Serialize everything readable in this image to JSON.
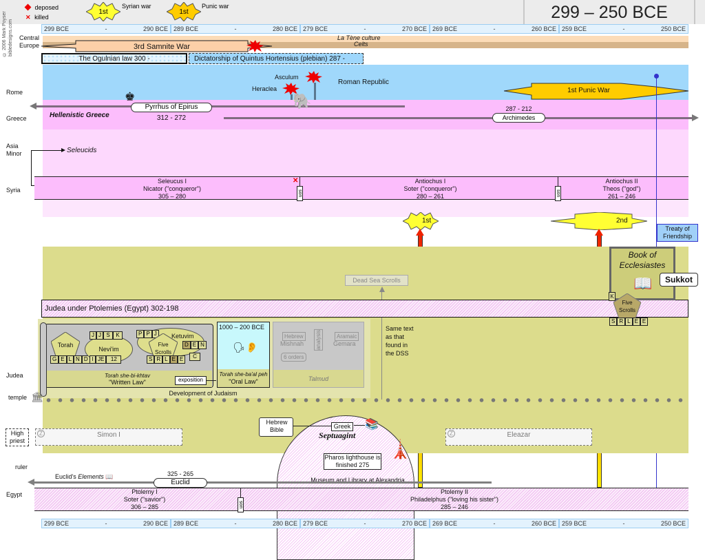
{
  "header": {
    "title": "299 – 250 BCE",
    "credit_line1": "© 2006 Mark Poyser",
    "credit_line2": "bibledesigns.com",
    "legend": {
      "deposed": "deposed",
      "killed": "killed",
      "syrian_war_badge": "1st",
      "syrian_war": "Syrian war",
      "punic_war_badge": "1st",
      "punic_war": "Punic war"
    }
  },
  "ruler": {
    "segments": [
      {
        "start": "299 BCE",
        "mid": "-",
        "end": "290 BCE"
      },
      {
        "start": "289 BCE",
        "mid": "-",
        "end": "280 BCE"
      },
      {
        "start": "279 BCE",
        "mid": "-",
        "end": "270 BCE"
      },
      {
        "start": "269 BCE",
        "mid": "-",
        "end": "260 BCE"
      },
      {
        "start": "259 BCE",
        "mid": "-",
        "end": "250 BCE"
      }
    ]
  },
  "regions": {
    "central_europe": "Central Europe",
    "rome": "Rome",
    "greece": "Greece",
    "asia_minor": "Asia Minor",
    "syria": "Syria",
    "judea": "Judea",
    "temple": "temple",
    "high_priest": "High priest",
    "ruler": "ruler",
    "egypt": "Egypt"
  },
  "europe": {
    "la_tene": "La Tène culture",
    "celts": "Celts",
    "samnite_war": "3rd Samnite War",
    "ogulnian_law": "The Ogulnian law 300 -",
    "dictatorship": "Dictatorship of Quintus Hortensius (plebian) 287 -"
  },
  "rome": {
    "roman_republic": "Roman Republic",
    "asculum": "Asculum",
    "heraclea": "Heraclea",
    "punic_war": "1st  Punic War"
  },
  "greece": {
    "hellenistic": "Hellenistic Greece",
    "pyrrhus": "Pyrrhus of Epirus",
    "pyrrhus_dates": "312 - 272",
    "archimedes": "Archimedes",
    "archimedes_dates": "287 - 212"
  },
  "asia_minor": {
    "seleucids": "Seleucids"
  },
  "syria": {
    "kings": [
      {
        "name": "Seleucus I",
        "epithet": "Nicator (\"conqueror\")",
        "reign": "305 – 280"
      },
      {
        "name": "Antiochus I",
        "epithet": "Soter (\"conqueror\")",
        "reign": "280 – 261"
      },
      {
        "name": "Antiochus II",
        "epithet": "Theos (\"god\")",
        "reign": "261 – 246"
      }
    ],
    "son": "son"
  },
  "syrian_wars": {
    "first": "1st",
    "second": "2nd"
  },
  "treaty": "Treaty of Friendship",
  "judea": {
    "ptolemies": "Judea under Ptolemies (Egypt)   302-198",
    "dead_sea_scrolls": "Dead Sea Scrolls",
    "same_text": "Same text as that found in the DSS",
    "ecclesiastes": "Book of Ecclesiastes",
    "sukkot": "Sukkot",
    "k": "K",
    "five_scrolls": "Five Scrolls",
    "five_scrolls_letters": [
      "S",
      "R",
      "L",
      "E",
      "E"
    ],
    "development": "Development of Judaism",
    "written": {
      "torah": "Torah",
      "torah_letters": [
        "G",
        "E",
        "L",
        "N",
        "D"
      ],
      "neviim": "Nevi'im",
      "neviim_top": [
        "J",
        "J",
        "S",
        "K"
      ],
      "neviim_bottom": [
        "I",
        "JE",
        "12"
      ],
      "ketuvim": "Ketuvim",
      "ketuvim_top": [
        "P",
        "P",
        "J"
      ],
      "ketuvim_right": [
        "D",
        "E",
        "N"
      ],
      "ketuvim_c": "C",
      "five_scrolls": "Five Scrolls",
      "five_letters": [
        "S",
        "R",
        "L",
        "E",
        "E"
      ],
      "caption1": "Torah she-bi-khtav",
      "caption2": "\"Written Law\"",
      "exposition": "exposition"
    },
    "oral": {
      "dates": "1000 – 200 BCE",
      "caption1": "Torah she-ba'al peh",
      "caption2": "\"Oral Law\""
    },
    "talmud": {
      "hebrew": "Hebrew",
      "mishnah": "Mishnah",
      "six_orders": "6 orders",
      "analysis": "analysis",
      "aramaic": "Aramaic",
      "gemara": "Gemara",
      "label": "Talmud"
    },
    "high_priests": [
      "Simon I",
      "Eleazar"
    ],
    "z": "Z",
    "hebrew_bible": "Hebrew Bible",
    "greek": "Greek",
    "septuagint": "Septuagint",
    "pharos": "Pharos lighthouse is finished  275",
    "museum": "Museum and  Library at Alexandria"
  },
  "egypt": {
    "euclid_elements_prefix": "Euclid's ",
    "euclid_elements": "Elements",
    "euclid": "Euclid",
    "euclid_dates": "325 - 265",
    "kings": [
      {
        "name": "Ptolemy I",
        "epithet": "Soter (\"savior\")",
        "reign": "306 – 285"
      },
      {
        "name": "Ptolemy II",
        "epithet": "Philadelphus (\"loving his sister\")",
        "reign": "285 – 246"
      }
    ],
    "son": "son"
  }
}
